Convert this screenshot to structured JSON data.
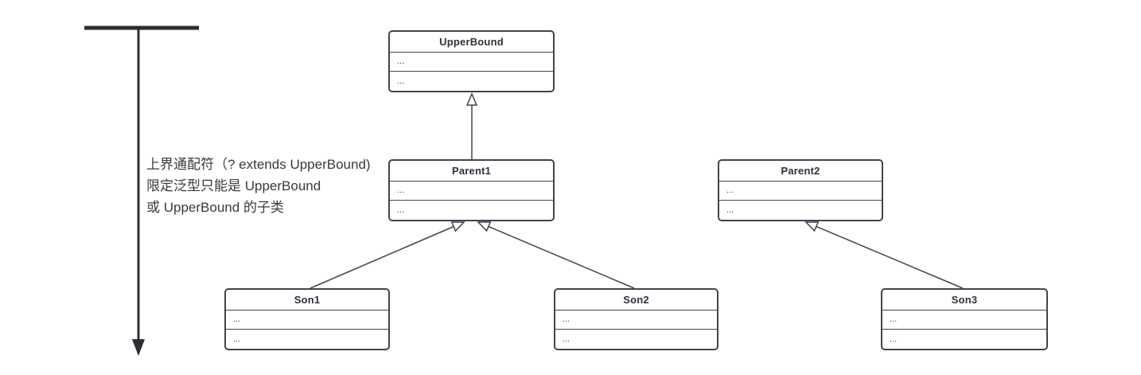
{
  "page": {
    "background": "#ffffff"
  },
  "annotation": {
    "lines": [
      "上界通配符（? extends UpperBound)",
      "限定泛型只能是 UpperBound",
      "或 UpperBound 的子类"
    ]
  },
  "classes": [
    {
      "name": "UpperBound",
      "rows": [
        "...",
        "..."
      ]
    },
    {
      "name": "Parent1",
      "rows": [
        "...",
        "..."
      ]
    },
    {
      "name": "Parent2",
      "rows": [
        "...",
        "..."
      ]
    },
    {
      "name": "Son1",
      "rows": [
        "...",
        "..."
      ]
    },
    {
      "name": "Son2",
      "rows": [
        "...",
        "..."
      ]
    },
    {
      "name": "Son3",
      "rows": [
        "...",
        "..."
      ]
    }
  ],
  "relations": [
    {
      "from": "Parent1",
      "to": "UpperBound",
      "type": "inheritance"
    },
    {
      "from": "Son1",
      "to": "Parent1",
      "type": "inheritance"
    },
    {
      "from": "Son2",
      "to": "Parent1",
      "type": "inheritance"
    },
    {
      "from": "Son3",
      "to": "Parent2",
      "type": "inheritance"
    }
  ],
  "colors": {
    "connector": "#3f4550",
    "timeline_arrow": "#2b2e33",
    "annotation_text": "#3a3a3a",
    "box_border": "#3f4550",
    "box_background": "#ffffff"
  }
}
